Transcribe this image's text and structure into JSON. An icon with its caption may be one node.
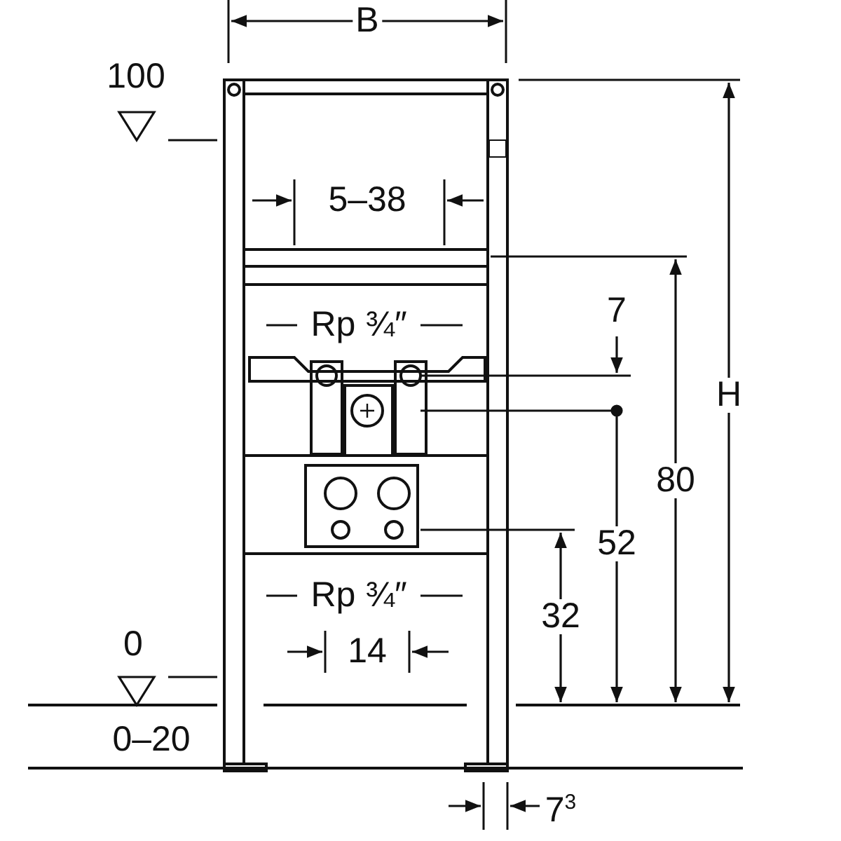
{
  "diagram": {
    "labels": [
      "B",
      "100",
      "5–38",
      "Rp ¾″",
      "7",
      "H",
      "80",
      "52",
      "Rp ¾″",
      "32",
      "0",
      "14",
      "0–20",
      "7$^{3}$"
    ]
  }
}
